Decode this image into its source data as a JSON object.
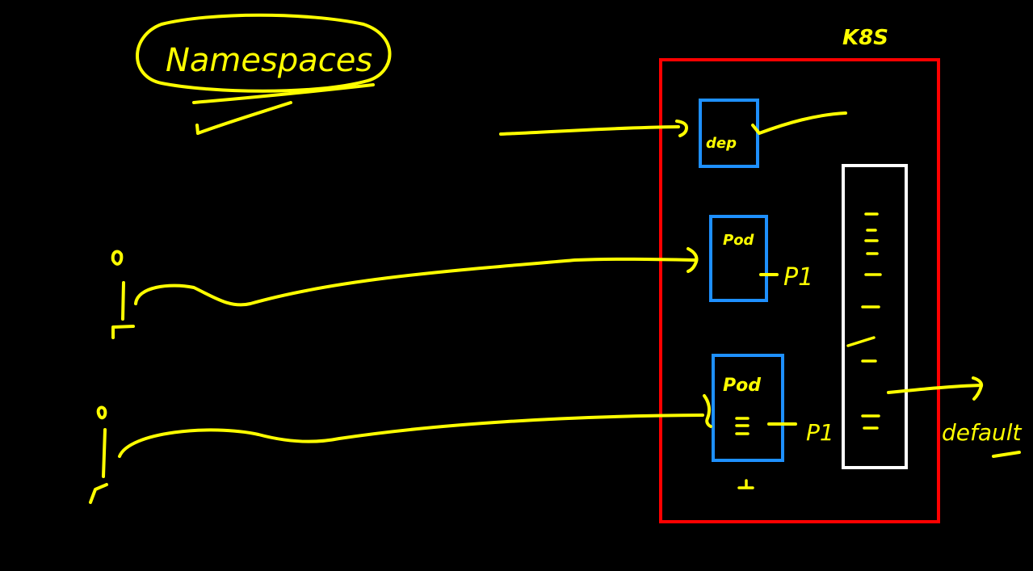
{
  "colors": {
    "background": "#000000",
    "ink": "#ffff00",
    "cluster": "#ff0000",
    "pod": "#1e90ff",
    "namespace_list": "#ffffff"
  },
  "title": {
    "text": "Namespaces"
  },
  "cluster": {
    "label": "K8S"
  },
  "pods": [
    {
      "label": "dep"
    },
    {
      "label": "Pod",
      "tag": "P1"
    },
    {
      "label": "Pod",
      "tag": "P1"
    }
  ],
  "namespace_list": {
    "label": "default"
  }
}
